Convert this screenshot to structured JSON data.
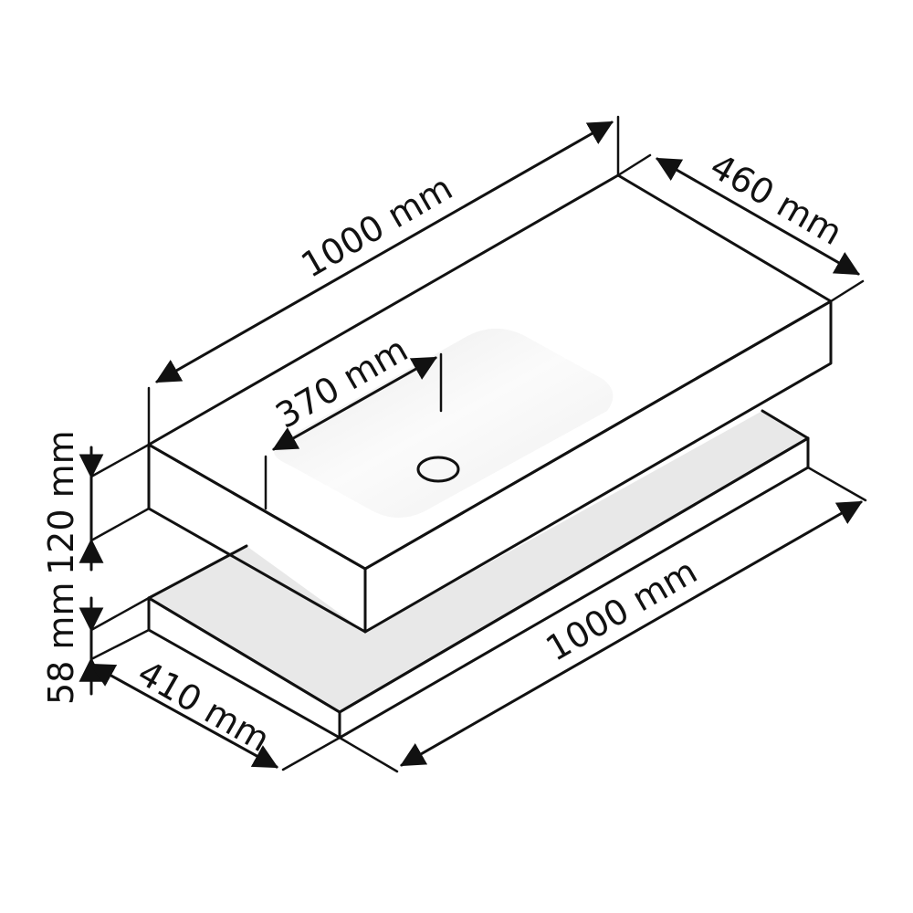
{
  "colors": {
    "line": "#111111",
    "top_surface": "#f1f1f1",
    "front_face": "#e4e4e4",
    "side_face": "#ececec",
    "basin": "#f8f8f8"
  },
  "labels": {
    "top_width": "1000 mm",
    "top_depth": "460 mm",
    "basin_width": "370 mm",
    "top_height": "120 mm",
    "bottom_width": "1000 mm",
    "bottom_depth": "410 mm",
    "bottom_height": "58 mm"
  }
}
